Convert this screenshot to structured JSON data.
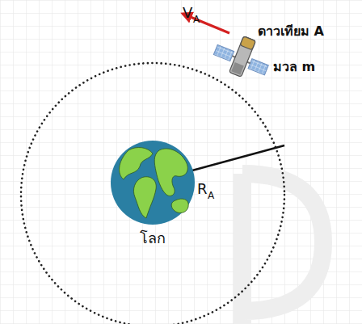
{
  "diagram": {
    "nodes": [
      {
        "text": [
          "โลก"
        ]
      }
    ],
    "labels": [
      "V",
      "A",
      "ดาวเทียม A",
      "มวล m",
      "R",
      "A"
    ]
  }
}
